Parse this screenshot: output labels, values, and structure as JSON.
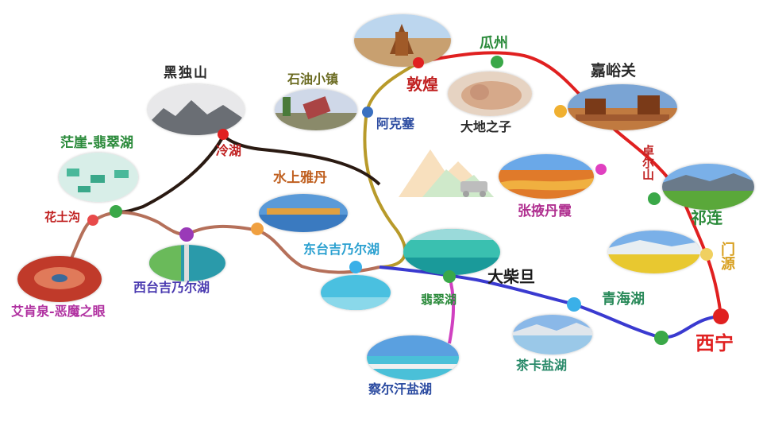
{
  "map": {
    "route_colors": {
      "north_red": "#e02020",
      "black_road": "#2a1a12",
      "gold_road": "#b89a2a",
      "brown_road": "#b5705a",
      "blue_road": "#3a3ad0",
      "magenta_road": "#d040c0"
    },
    "places": {
      "xining": "西宁",
      "menyuan": "门源",
      "qilian": "祁连",
      "zhuoershan": "卓尔山",
      "jiayuguan": "嘉峪关",
      "guazhou": "瓜州",
      "dunhuang": "敦煌",
      "dadizhizi": "大地之子",
      "akesai": "阿克塞",
      "shiyouxiaozhen": "石油小镇",
      "heidushan": "黑独山",
      "lenghu": "冷湖",
      "mangya_feicuihu": "茫崖-翡翠湖",
      "huatugou": "花土沟",
      "aiqinquan": "艾肯泉-恶魔之眼",
      "xitai_jinaier": "西台吉乃尔湖",
      "shuishang_yadan": "水上雅丹",
      "dongtai_jinaier": "东台吉乃尔湖",
      "zhangye_danxia": "张掖丹霞",
      "dachaidan": "大柴旦",
      "feicuihu": "翡翠湖",
      "chaerhan": "察尔汗盐湖",
      "chaka": "茶卡盐湖",
      "qinghaihu": "青海湖"
    },
    "watermark_icon": "mountain-car-logo"
  }
}
